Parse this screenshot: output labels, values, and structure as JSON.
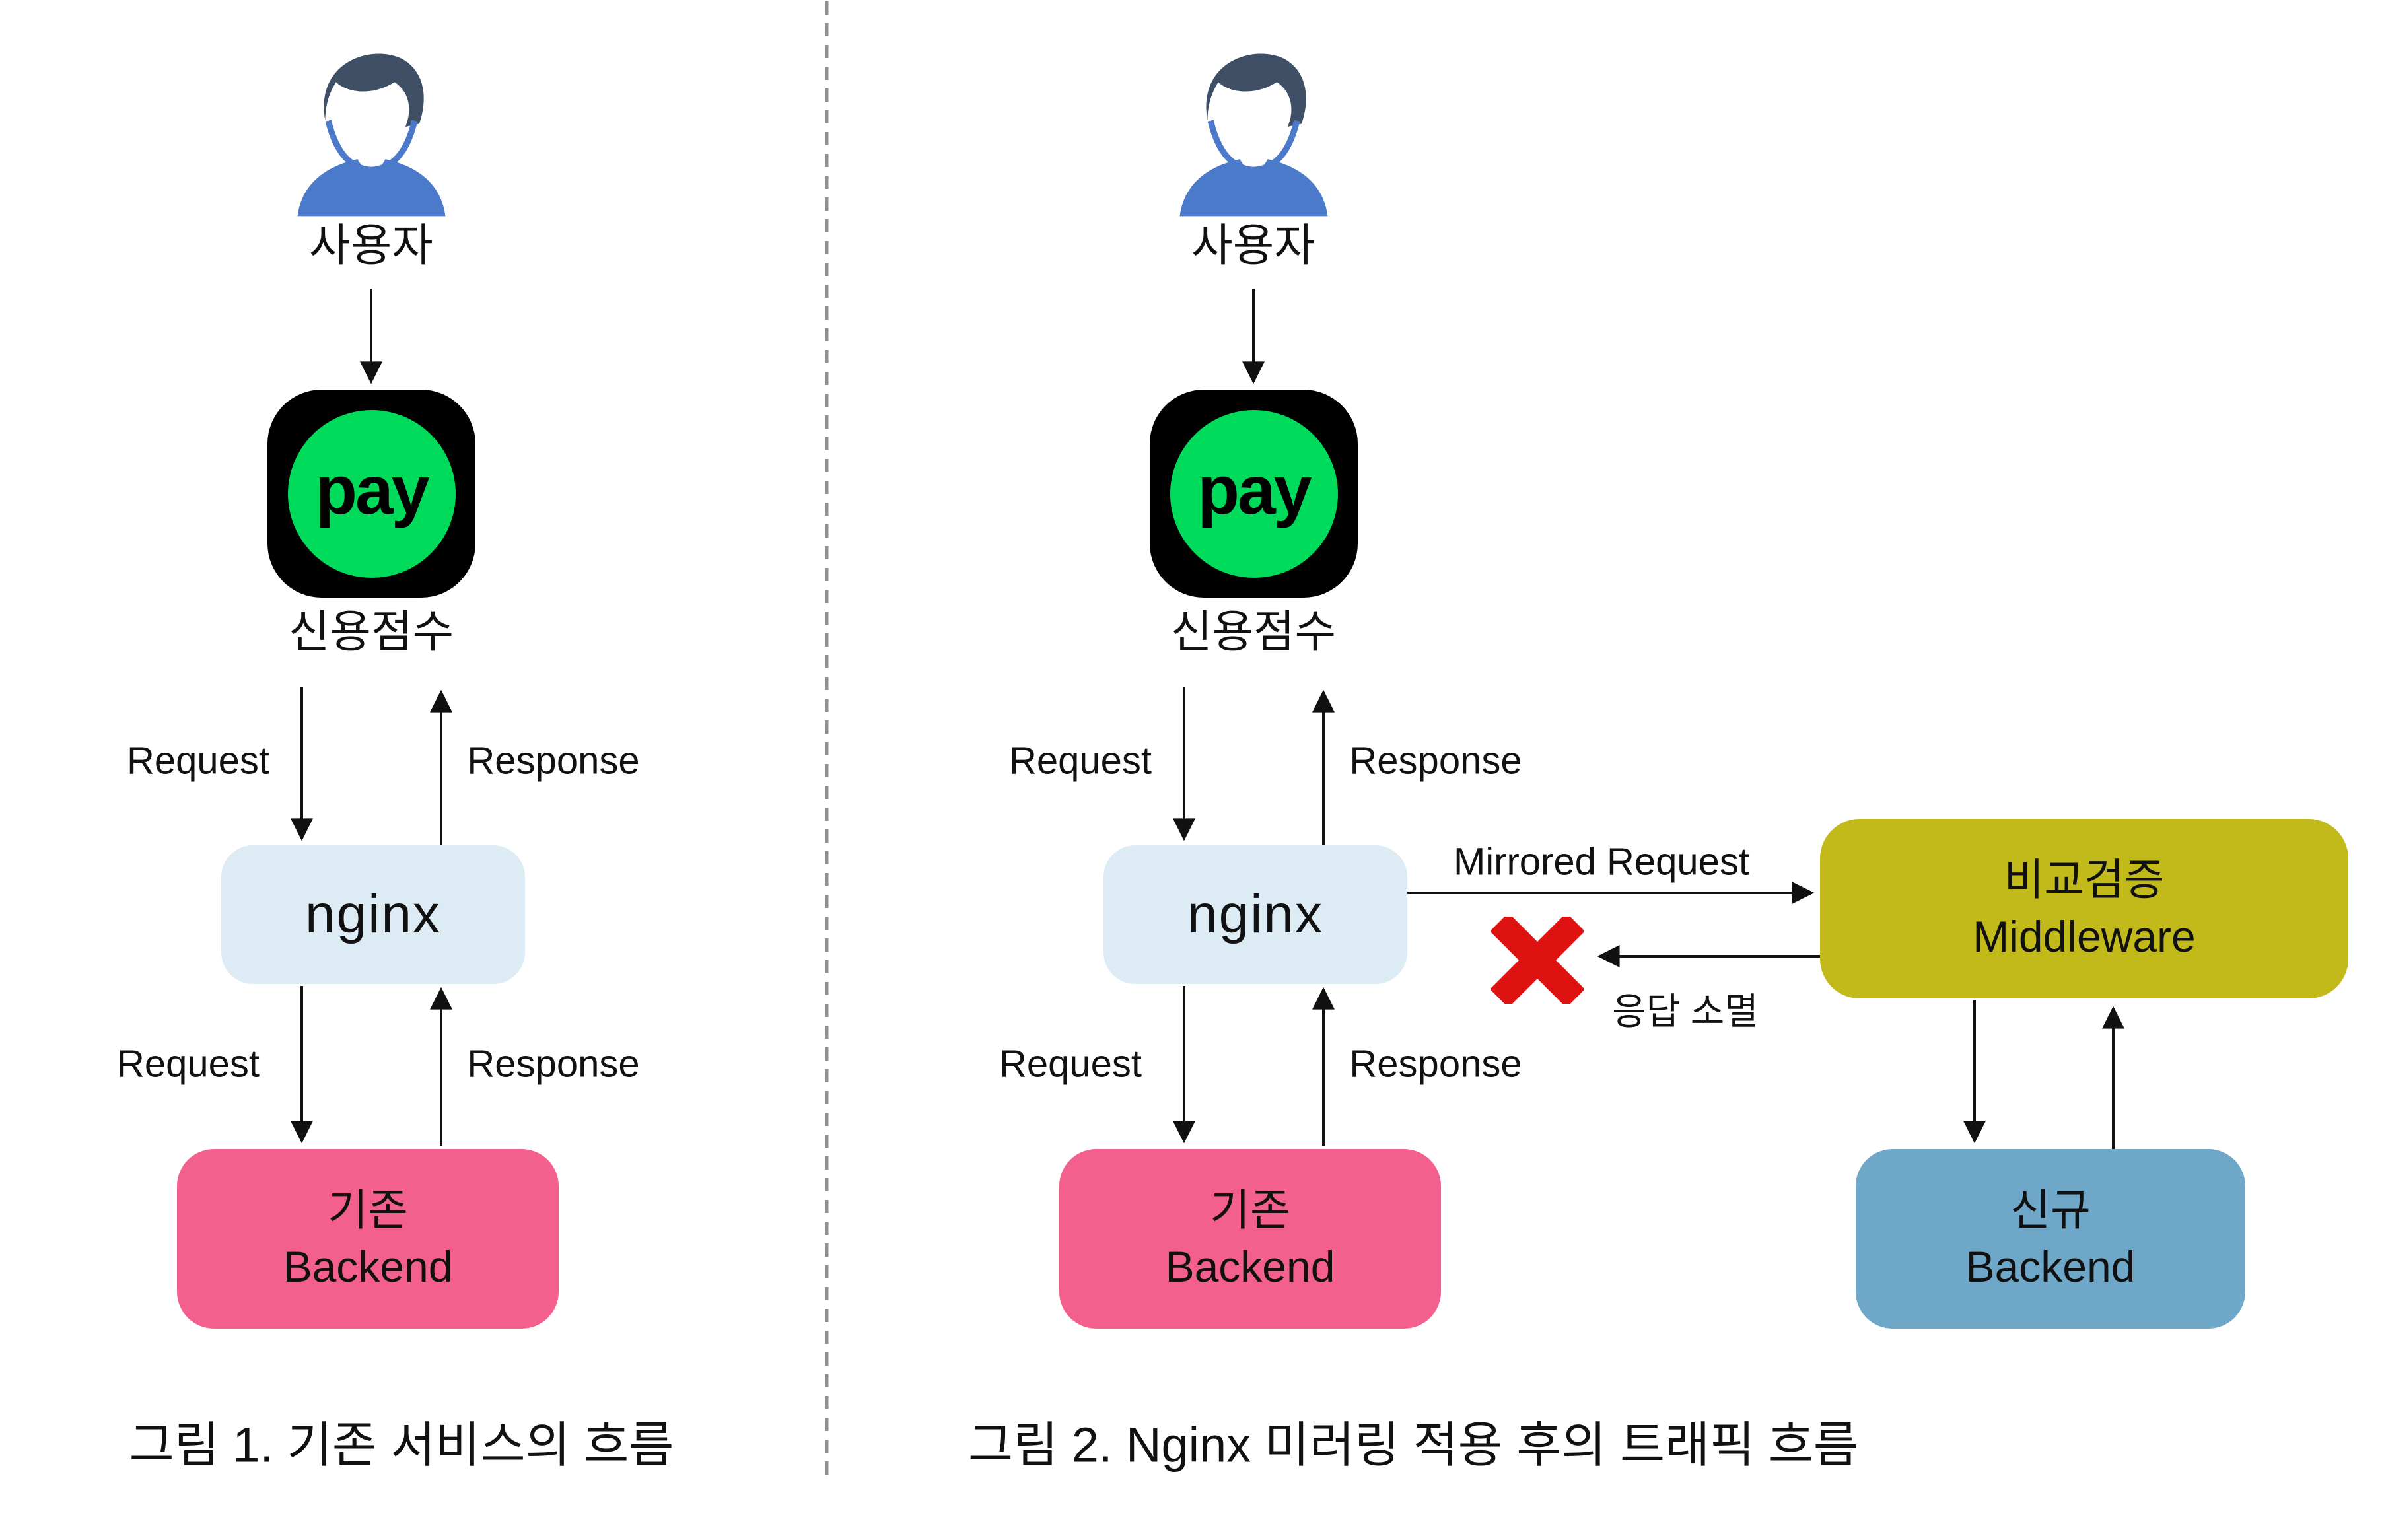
{
  "colors": {
    "ink": "#111111",
    "divider_gray": "#909090",
    "nginx_box": "#DCEBF4",
    "old_backend": "#F4608E",
    "middleware": "#C2BA1A",
    "new_backend": "#6FA7C8",
    "pay_green": "#00DB5B",
    "error_red": "#DF1212",
    "avatar_hair": "#3E4F66",
    "avatar_shirt": "#4A7AC9"
  },
  "figure1": {
    "user_label": "사용자",
    "pay_logo": "pay",
    "app_label": "신용점수",
    "upper_request_label": "Request",
    "upper_response_label": "Response",
    "nginx_label": "nginx",
    "lower_request_label": "Request",
    "lower_response_label": "Response",
    "backend_line1": "기존",
    "backend_line2": "Backend",
    "caption": "그림 1. 기존 서비스의 흐름"
  },
  "figure2": {
    "user_label": "사용자",
    "pay_logo": "pay",
    "app_label": "신용점수",
    "upper_request_label": "Request",
    "upper_response_label": "Response",
    "nginx_label": "nginx",
    "lower_request_label": "Request",
    "lower_response_label": "Response",
    "backend_line1": "기존",
    "backend_line2": "Backend",
    "mirrored_request_label": "Mirrored Request",
    "middleware_line1": "비교검증",
    "middleware_line2": "Middleware",
    "response_discard_label": "응답 소멸",
    "new_backend_line1": "신규",
    "new_backend_line2": "Backend",
    "caption": "그림 2. Nginx 미러링 적용 후의 트래픽 흐름"
  }
}
